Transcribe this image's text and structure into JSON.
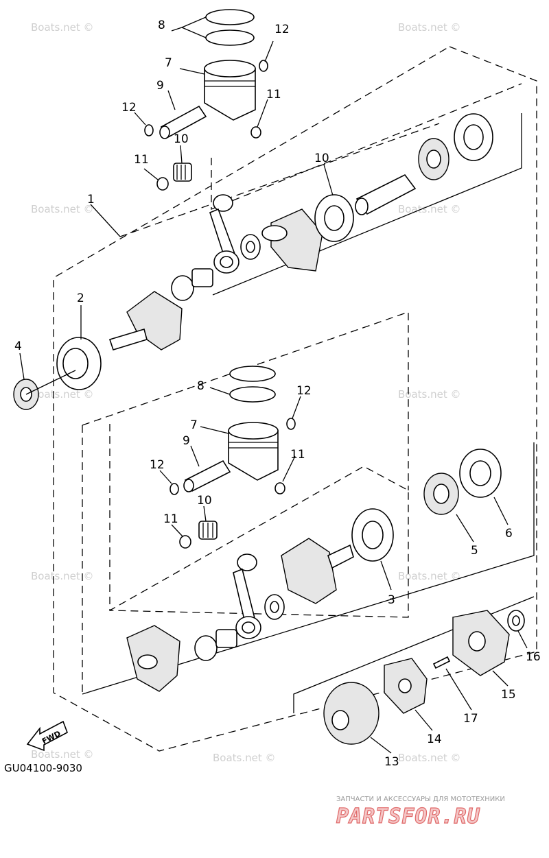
{
  "diagram": {
    "code": "GU04100-9030",
    "fwd_label": "FWD",
    "watermark": "Boats.net ©",
    "footer_tagline": "ЗАПЧАСТИ И АКСЕССУАРЫ ДЛЯ МОТОТЕХНИКИ",
    "footer_brand": "PARTSFOR.RU",
    "callouts": {
      "p1": "1",
      "p2": "2",
      "p3": "3",
      "p4": "4",
      "p5": "5",
      "p6": "6",
      "p7": "7",
      "p8": "8",
      "p9": "9",
      "p10": "10",
      "p11": "11",
      "p12": "12",
      "p13": "13",
      "p14": "14",
      "p15": "15",
      "p16": "16",
      "p17": "17"
    }
  }
}
